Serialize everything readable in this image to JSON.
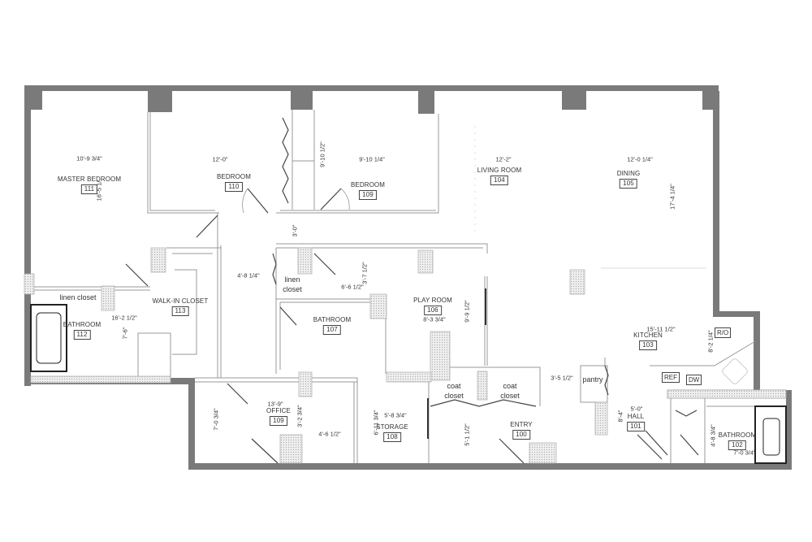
{
  "rooms": [
    {
      "name": "MASTER BEDROOM",
      "number": "111"
    },
    {
      "name": "BEDROOM",
      "number": "110"
    },
    {
      "name": "BEDROOM",
      "number": "109"
    },
    {
      "name": "LIVING ROOM",
      "number": "104"
    },
    {
      "name": "DINING",
      "number": "105"
    },
    {
      "name": "WALK-IN CLOSET",
      "number": "113"
    },
    {
      "name": "BATHROOM",
      "number": "112"
    },
    {
      "name": "BATHROOM",
      "number": "107"
    },
    {
      "name": "PLAY ROOM",
      "number": "106"
    },
    {
      "name": "KITCHEN",
      "number": "103"
    },
    {
      "name": "OFFICE",
      "number": "109"
    },
    {
      "name": "STORAGE",
      "number": "108"
    },
    {
      "name": "ENTRY",
      "number": "100"
    },
    {
      "name": "HALL",
      "number": "101"
    },
    {
      "name": "BATHROOM",
      "number": "102"
    }
  ],
  "notes": {
    "linen_closet_1": "linen closet",
    "linen_closet_2_a": "linen",
    "linen_closet_2_b": "closet",
    "coat_closet": "coat",
    "closet": "closet",
    "pantry": "pantry",
    "ro": "R/O",
    "ref": "REF",
    "dw": "DW"
  },
  "dimensions": [
    "10'-9 3/4\"",
    "16'-5 1/",
    "12'-0\"",
    "9'-10 1/2\"",
    "9'-10 1/4\"",
    "12'-2\"",
    "12'-0 1/4\"",
    "17'-4 1/4\"",
    "3'-0\"",
    "4'-8 1/4\"",
    "3'-7 1/2\"",
    "6'-6 1/2\"",
    "9'-9 1/2\"",
    "8'-3 3/4\"",
    "16'-2 1/2\"",
    "7'-6\"",
    "15'-11 1/2\"",
    "8'-2 1/4\"",
    "3'-5 1/2\"",
    "5'-0\"",
    "8'-4\"",
    "4'-8 3/4\"",
    "7'-0 3/4\"",
    "13'-9\"",
    "3'-2 3/4\"",
    "7'-0 3/4\"",
    "4'-6 1/2\"",
    "6'-11 3/4\"",
    "5'-8 3/4\"",
    "5'-1 1/2\""
  ],
  "colors": {
    "wall": "#7a7a7a",
    "line": "#9a9a9a",
    "hatch": "#d8d8d8"
  }
}
